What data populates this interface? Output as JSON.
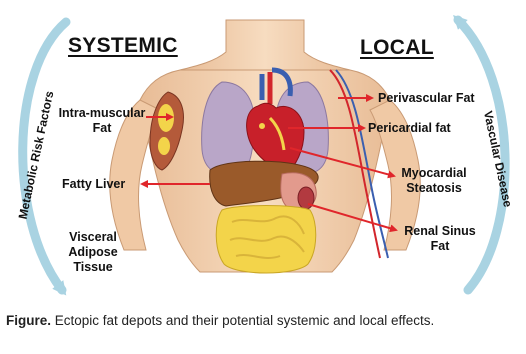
{
  "headings": {
    "systemic": "SYSTEMIC",
    "local": "LOCAL"
  },
  "side_labels": {
    "left": "Metabolic Risk Factors",
    "right": "Vascular Disease"
  },
  "labels": {
    "intra_muscular_line1": "Intra-muscular",
    "intra_muscular_line2": "Fat",
    "fatty_liver": "Fatty Liver",
    "visceral_line1": "Visceral",
    "visceral_line2": "Adipose",
    "visceral_line3": "Tissue",
    "perivascular": "Perivascular Fat",
    "pericardial": "Pericardial fat",
    "myocardial_line1": "Myocardial",
    "myocardial_line2": "Steatosis",
    "renal_line1": "Renal Sinus",
    "renal_line2": "Fat"
  },
  "caption": {
    "prefix": "Figure.",
    "text": " Ectopic fat depots and their potential systemic and local effects."
  },
  "colors": {
    "arrow": "#e0262b",
    "skin": "#f2cfae",
    "skin_outline": "#c99a74",
    "lung": "#b9a6c8",
    "heart": "#c8202a",
    "liver": "#9a5a2a",
    "fat": "#f3d44a",
    "side_arrow": "#a9d3e2"
  }
}
